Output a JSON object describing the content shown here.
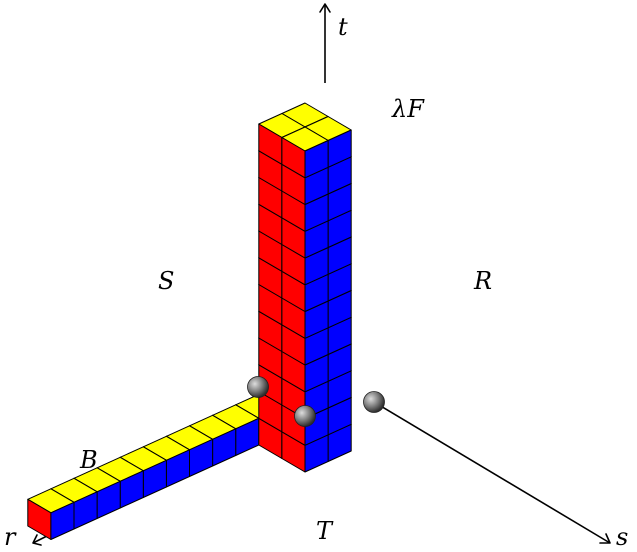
{
  "axes": {
    "t": "t",
    "r": "r",
    "s": "s"
  },
  "regions": {
    "S": "S",
    "R": "R",
    "T": "T",
    "B": "B",
    "lambdaF": "λF"
  },
  "structure": {
    "row_length_along_r": 10,
    "column_height_along_t": 12,
    "column_footprint": "2x2",
    "spheres": 3
  },
  "colors": {
    "top_face": "#ffff00",
    "left_face": "#ff0000",
    "right_face": "#0000ff",
    "sphere": "#808080",
    "axis": "#000000"
  }
}
